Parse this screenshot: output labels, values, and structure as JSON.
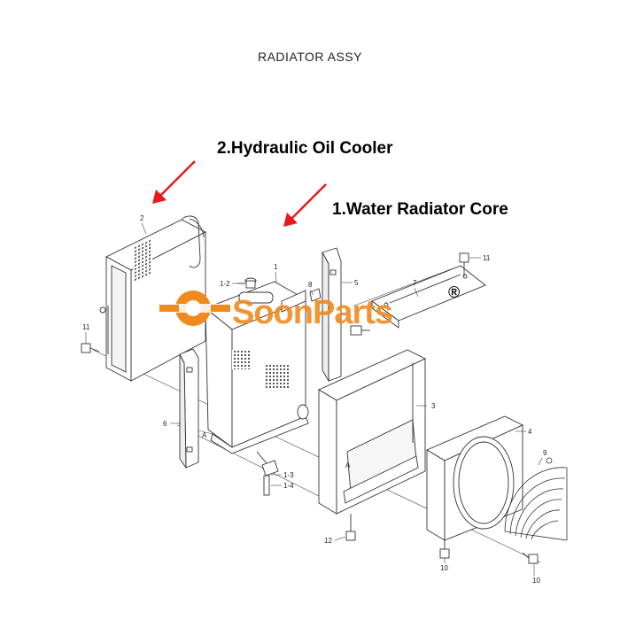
{
  "title": "RADIATOR ASSY",
  "callouts": {
    "oil_cooler": "2.Hydraulic Oil Cooler",
    "water_radiator": "1.Water Radiator Core"
  },
  "watermark": {
    "text": "SoonParts",
    "mark": "®",
    "color": "#f08a1c"
  },
  "part_labels": {
    "p1": "1",
    "p1_2": "1-2",
    "p1_3": "1-3",
    "p1_4": "1-4",
    "p2": "2",
    "p3": "3",
    "p4": "4",
    "p5": "5",
    "p6": "6",
    "p7": "7",
    "p8": "8",
    "p9": "9",
    "p10a": "10",
    "p10b": "10",
    "p11a": "11",
    "p11b": "11",
    "p12": "12",
    "pA1": "A",
    "pA2": "A"
  },
  "colors": {
    "arrow": "#e8191a",
    "line": "#333333"
  }
}
